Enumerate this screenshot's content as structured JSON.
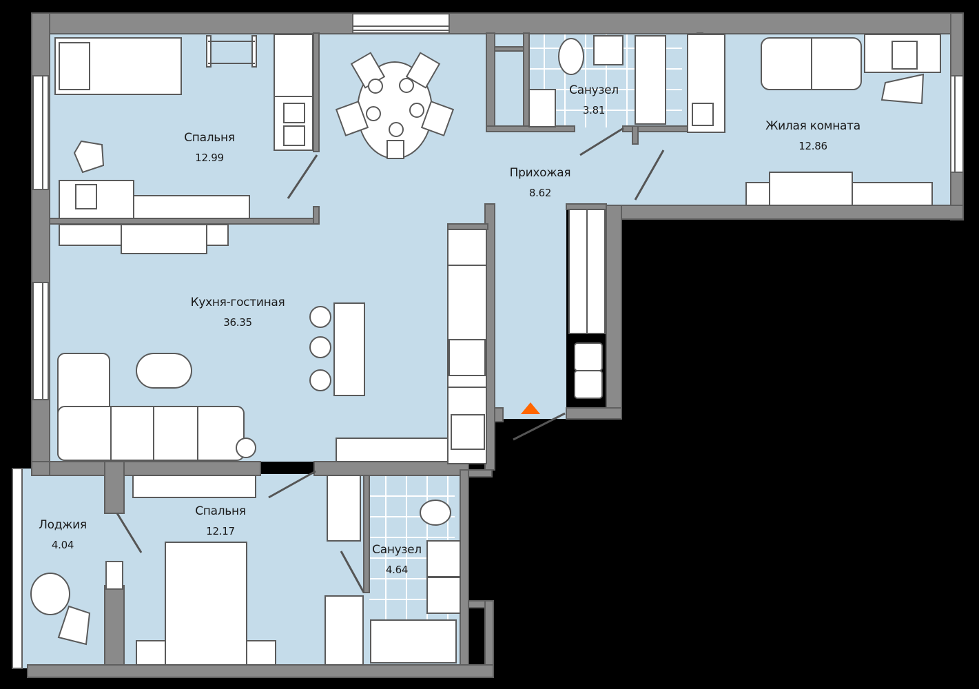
{
  "colors": {
    "background": "#000000",
    "floor": "#c5dcea",
    "wall": "#8a8a8a",
    "wall_outline": "#555555",
    "furniture": "#ffffff",
    "furniture_stroke": "#5a5a5a",
    "tile_line": "#ffffff",
    "entrance_marker": "#ff6600"
  },
  "rooms": [
    {
      "name": "Спальня",
      "area": "12.99"
    },
    {
      "name": "Санузел",
      "area": "3.81"
    },
    {
      "name": "Прихожая",
      "area": "8.62"
    },
    {
      "name": "Жилая комната",
      "area": "12.86"
    },
    {
      "name": "Кухня-гостиная",
      "area": "36.35"
    },
    {
      "name": "Спальня",
      "area": "12.17"
    },
    {
      "name": "Лоджия",
      "area": "4.04"
    },
    {
      "name": "Санузел",
      "area": "4.64"
    }
  ],
  "entrance": {
    "icon": "entrance-triangle-icon"
  }
}
